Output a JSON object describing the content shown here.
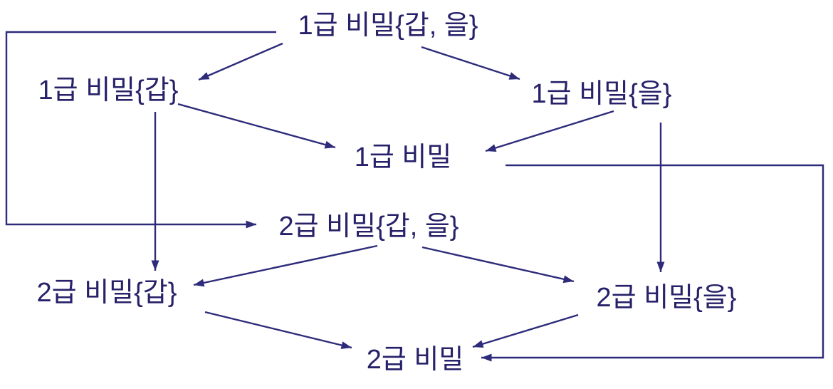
{
  "diagram": {
    "type": "security-lattice",
    "colors": {
      "background": "#ffffff",
      "text": "#262169",
      "line": "#2d2b7a"
    },
    "nodes": [
      {
        "id": "level1-gap-eul",
        "label": "1급 비밀{갑, 을}"
      },
      {
        "id": "level1-gap",
        "label": "1급 비밀{갑}"
      },
      {
        "id": "level1-eul",
        "label": "1급 비밀{을}"
      },
      {
        "id": "level1",
        "label": "1급 비밀"
      },
      {
        "id": "level2-gap-eul",
        "label": "2급 비밀{갑, 을}"
      },
      {
        "id": "level2-gap",
        "label": "2급 비밀{갑}"
      },
      {
        "id": "level2-eul",
        "label": "2급 비밀{을}"
      },
      {
        "id": "level2",
        "label": "2급 비밀"
      }
    ],
    "edges": [
      {
        "from": "level1-gap-eul",
        "to": "level1-gap"
      },
      {
        "from": "level1-gap-eul",
        "to": "level1-eul"
      },
      {
        "from": "level1-gap",
        "to": "level1"
      },
      {
        "from": "level1-eul",
        "to": "level1"
      },
      {
        "from": "level1-gap",
        "to": "level2-gap"
      },
      {
        "from": "level1-eul",
        "to": "level2-eul"
      },
      {
        "from": "level1-gap-eul",
        "to": "level2-gap-eul"
      },
      {
        "from": "level1",
        "to": "level2"
      },
      {
        "from": "level2-gap-eul",
        "to": "level2-gap"
      },
      {
        "from": "level2-gap-eul",
        "to": "level2-eul"
      },
      {
        "from": "level2-gap",
        "to": "level2"
      },
      {
        "from": "level2-eul",
        "to": "level2"
      }
    ]
  }
}
